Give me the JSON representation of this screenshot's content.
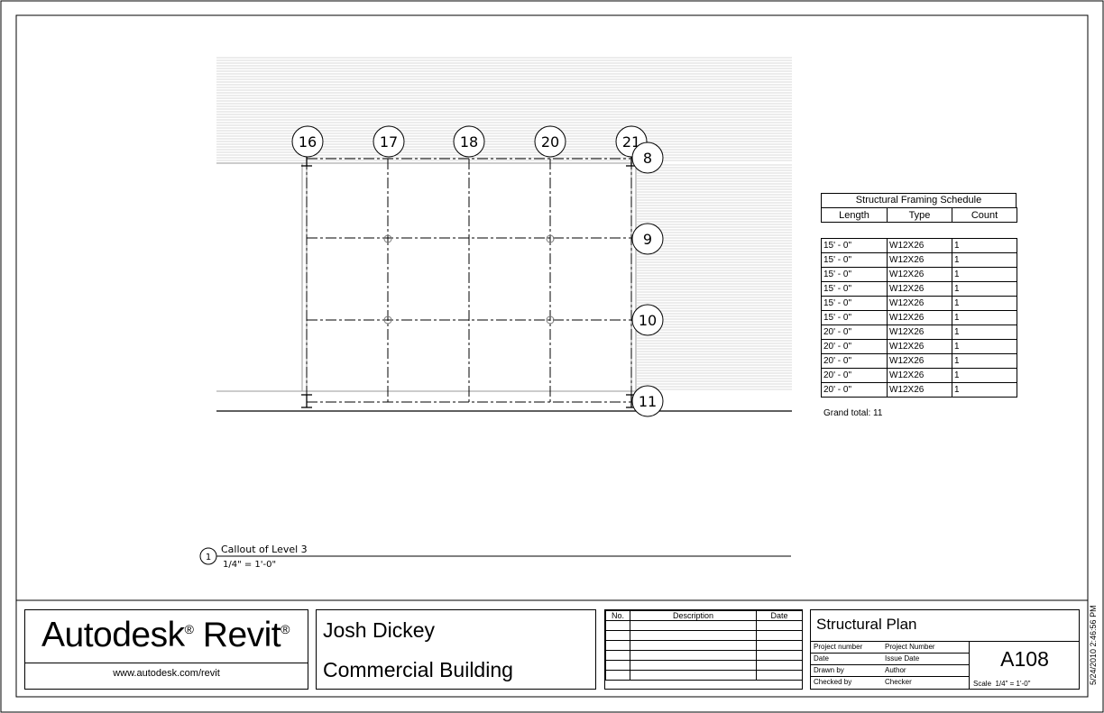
{
  "view": {
    "callout_number": "1",
    "callout_title": "Callout of Level 3",
    "callout_scale": "1/4\" = 1'-0\""
  },
  "grids": {
    "vertical": [
      "16",
      "17",
      "18",
      "20",
      "21"
    ],
    "horizontal": [
      "8",
      "9",
      "10",
      "11"
    ]
  },
  "schedule": {
    "title": "Structural Framing Schedule",
    "columns": [
      "Length",
      "Type",
      "Count"
    ],
    "rows": [
      [
        "15' - 0\"",
        "W12X26",
        "1"
      ],
      [
        "15' - 0\"",
        "W12X26",
        "1"
      ],
      [
        "15' - 0\"",
        "W12X26",
        "1"
      ],
      [
        "15' - 0\"",
        "W12X26",
        "1"
      ],
      [
        "15' - 0\"",
        "W12X26",
        "1"
      ],
      [
        "15' - 0\"",
        "W12X26",
        "1"
      ],
      [
        "20' - 0\"",
        "W12X26",
        "1"
      ],
      [
        "20' - 0\"",
        "W12X26",
        "1"
      ],
      [
        "20' - 0\"",
        "W12X26",
        "1"
      ],
      [
        "20' - 0\"",
        "W12X26",
        "1"
      ],
      [
        "20' - 0\"",
        "W12X26",
        "1"
      ]
    ],
    "grand_total": "Grand total: 11"
  },
  "titleblock": {
    "logo_main": "Autodesk",
    "logo_reg": "®",
    "logo_product": " Revit",
    "logo_reg2": "®",
    "logo_url": "www.autodesk.com/revit",
    "client_name": "Josh Dickey",
    "project_name": "Commercial Building",
    "revision_headers": [
      "No.",
      "Description",
      "Date"
    ],
    "sheet_name": "Structural Plan",
    "fields": [
      {
        "label": "Project number",
        "value": "Project Number"
      },
      {
        "label": "Date",
        "value": "Issue Date"
      },
      {
        "label": "Drawn by",
        "value": "Author"
      },
      {
        "label": "Checked by",
        "value": "Checker"
      }
    ],
    "sheet_number": "A108",
    "scale_label": "Scale",
    "scale_value": "1/4\" = 1'-0\"",
    "print_timestamp": "5/24/2010 2:46:56 PM"
  },
  "colors": {
    "line": "#000000",
    "hatch": "#b3b3b3",
    "wall": "#9a9a9a"
  }
}
